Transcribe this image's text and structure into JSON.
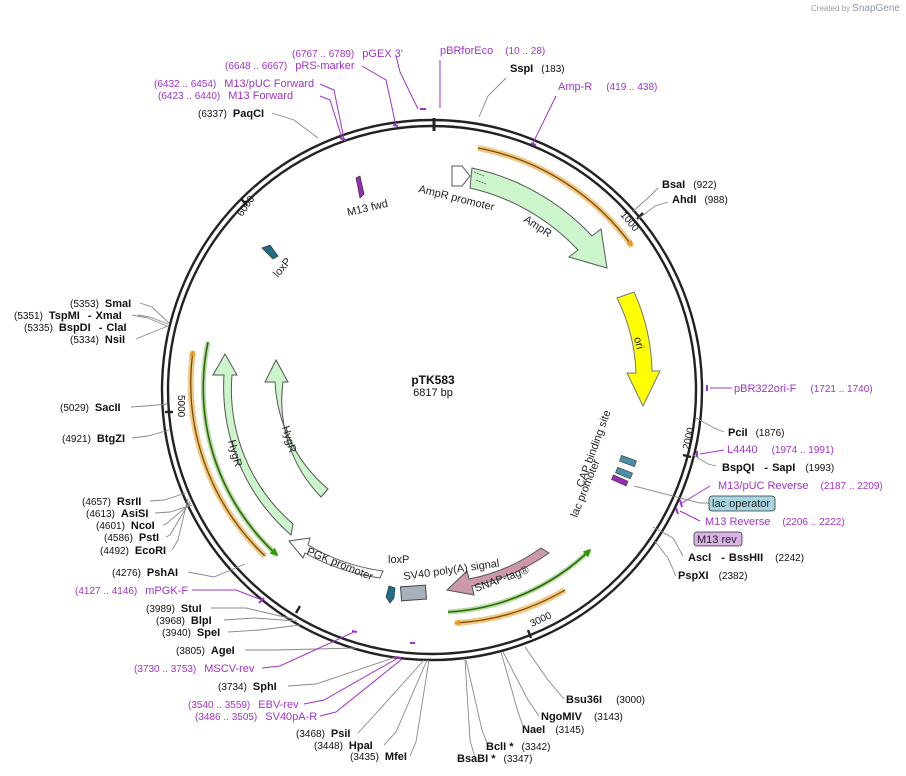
{
  "brand": {
    "created_by": "Created by",
    "name": "SnapGene"
  },
  "plasmid": {
    "name": "pTK583",
    "size": "6817 bp"
  },
  "ticks": [
    "1000",
    "2000",
    "3000",
    "5000",
    "6000"
  ],
  "enzymes": [
    {
      "name": "SspI",
      "pos": "(183)"
    },
    {
      "name": "BsaI",
      "pos": "(922)"
    },
    {
      "name": "AhdI",
      "pos": "(988)"
    },
    {
      "name": "PciI",
      "pos": "(1876)"
    },
    {
      "name": "BspQI",
      "sep": "-",
      "name2": "SapI",
      "pos": "(1993)"
    },
    {
      "name": "AscI",
      "sep": "-",
      "name2": "BssHII",
      "pos": "(2242)"
    },
    {
      "name": "PspXI",
      "pos": "(2382)"
    },
    {
      "name": "Bsu36I",
      "pos": "(3000)"
    },
    {
      "name": "NgoMIV",
      "pos": "(3143)"
    },
    {
      "name": "NaeI",
      "pos": "(3145)"
    },
    {
      "name": "BclI *",
      "pos": "(3342)"
    },
    {
      "name": "BsaBI *",
      "pos": "(3347)"
    },
    {
      "name": "MfeI",
      "pos": "(3435)"
    },
    {
      "name": "HpaI",
      "pos": "(3448)"
    },
    {
      "name": "PsiI",
      "pos": "(3468)"
    },
    {
      "name": "SphI",
      "pos": "(3734)"
    },
    {
      "name": "AgeI",
      "pos": "(3805)"
    },
    {
      "name": "SpeI",
      "pos": "(3940)"
    },
    {
      "name": "BlpI",
      "pos": "(3968)"
    },
    {
      "name": "StuI",
      "pos": "(3989)"
    },
    {
      "name": "PshAI",
      "pos": "(4276)"
    },
    {
      "name": "EcoRI",
      "pos": "(4492)"
    },
    {
      "name": "PstI",
      "pos": "(4586)"
    },
    {
      "name": "NcoI",
      "pos": "(4601)"
    },
    {
      "name": "AsiSI",
      "pos": "(4613)"
    },
    {
      "name": "RsrII",
      "pos": "(4657)"
    },
    {
      "name": "BtgZI",
      "pos": "(4921)"
    },
    {
      "name": "SacII",
      "pos": "(5029)"
    },
    {
      "name": "NsiI",
      "pos": "(5334)"
    },
    {
      "name": "BspDI",
      "sep": "-",
      "name2": "ClaI",
      "pos": "(5335)"
    },
    {
      "name": "TspMI",
      "sep": "-",
      "name2": "XmaI",
      "pos": "(5351)"
    },
    {
      "name": "SmaI",
      "pos": "(5353)"
    },
    {
      "name": "PaqCI",
      "pos": "(6337)"
    }
  ],
  "primers": [
    {
      "name": "pBRforEco",
      "range": "(10 .. 28)"
    },
    {
      "name": "Amp-R",
      "range": "(419 .. 438)"
    },
    {
      "name": "pBR322ori-F",
      "range": "(1721 .. 1740)"
    },
    {
      "name": "L4440",
      "range": "(1974 .. 1991)"
    },
    {
      "name": "M13/pUC Reverse",
      "range": "(2187 .. 2209)"
    },
    {
      "name": "M13 Reverse",
      "range": "(2206 .. 2222)"
    },
    {
      "name": "EBV-rev",
      "range": "(3540 .. 3559)"
    },
    {
      "name": "SV40pA-R",
      "range": "(3486 .. 3505)"
    },
    {
      "name": "MSCV-rev",
      "range": "(3730 .. 3753)"
    },
    {
      "name": "mPGK-F",
      "range": "(4127 .. 4146)"
    },
    {
      "name": "M13 Forward",
      "range": "(6423 .. 6440)"
    },
    {
      "name": "M13/pUC Forward",
      "range": "(6432 .. 6454)"
    },
    {
      "name": "pRS-marker",
      "range": "(6648 .. 6667)"
    },
    {
      "name": "pGEX 3'",
      "range": "(6767 .. 6789)"
    }
  ],
  "features": {
    "ampr_promoter": "AmpR promoter",
    "ampr": "AmpR",
    "ori": "ori",
    "cap_binding_site": "CAP binding site",
    "lac_promoter": "lac promoter",
    "lac_operator": "lac operator",
    "m13_rev": "M13 rev",
    "snap_tag": "SNAP-tag®",
    "sv40_polya": "SV40 poly(A) signal",
    "loxp_bottom": "loxP",
    "pgk_promoter": "PGK promoter",
    "hygr_outer": "HygR",
    "hygr_inner": "HygR",
    "loxp_top": "loxP",
    "m13_fwd": "M13 fwd"
  },
  "colors": {
    "backbone": "#222222",
    "ampr": "#ccf5cc",
    "ori": "#ffff00",
    "snap_tag": "#cc99aa",
    "primer": "#a033c8",
    "orf_green": "#339900",
    "orf_orange": "#e89a20",
    "lac_operator_fill": "#a7d6e2",
    "m13_rev_fill": "#d9b3e6"
  }
}
